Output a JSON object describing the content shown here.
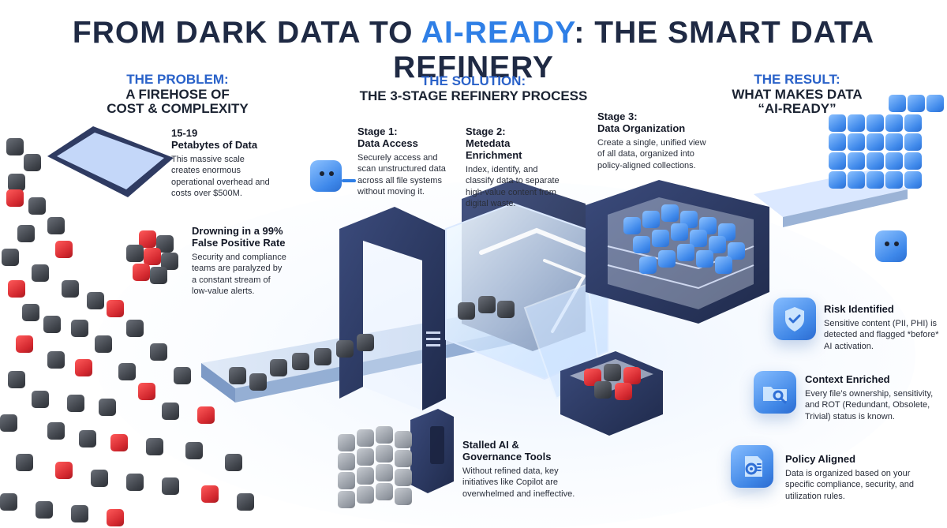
{
  "title": {
    "part1": "FROM DARK DATA TO ",
    "accent": "AI-READY",
    "part2": ": THE SMART DATA REFINERY"
  },
  "sections": {
    "problem": {
      "kicker": "THE PROBLEM:",
      "main_line1": "A FIREHOSE OF",
      "main_line2": "COST & COMPLEXITY"
    },
    "solution": {
      "kicker": "THE SOLUTION:",
      "main_line1": "THE 3-STAGE REFINERY PROCESS"
    },
    "result": {
      "kicker": "THE RESULT:",
      "main_line1": "WHAT MAKES DATA",
      "main_line2": "“AI-READY”"
    }
  },
  "problem_items": [
    {
      "title_line1": "15-19",
      "title_line2": "Petabytes of Data",
      "body": "This massive scale creates enormous operational overhead and costs over $500M."
    },
    {
      "title_line1": "Drowning in a 99%",
      "title_line2": "False Positive Rate",
      "body": "Security and compliance teams are paralyzed by a constant stream of low-value alerts."
    }
  ],
  "stages": [
    {
      "title_line1": "Stage 1:",
      "title_line2": "Data Access",
      "body": "Securely access and scan unstructured data across all file systems without moving it."
    },
    {
      "title_line1": "Stage 2:",
      "title_line2": "Metedata Enrichment",
      "body": "Index, identify, and classify data to separate high-value content from digital waste."
    },
    {
      "title_line1": "Stage 3:",
      "title_line2": "Data Organization",
      "body": "Create a single, unified view of all data, organized into policy-aligned collections."
    }
  ],
  "stalled": {
    "title_line1": "Stalled AI &",
    "title_line2": "Governance Tools",
    "body": "Without refined data, key initiatives like Copilot are overwhelmed and ineffective."
  },
  "results": [
    {
      "icon": "shield-check-icon",
      "title": "Risk Identified",
      "body": "Sensitive content (PII, PHI) is detected and flagged *before* AI activation."
    },
    {
      "icon": "folder-search-icon",
      "title": "Context Enriched",
      "body": "Every file’s ownership, sensitivity, and ROT (Redundant, Obsolete, Trivial) status is known."
    },
    {
      "icon": "gear-document-icon",
      "title": "Policy Aligned",
      "body": "Data is organized based on your specific compliance, security, and utilization rules."
    }
  ],
  "colors": {
    "title_dark": "#1f2a44",
    "accent_blue": "#2f7fe6",
    "machine_navy": "#27345a",
    "cube_dark": "#3d4148",
    "cube_red": "#d2272e",
    "cube_blue": "#3e88ea",
    "cube_gray": "#8e949d"
  }
}
